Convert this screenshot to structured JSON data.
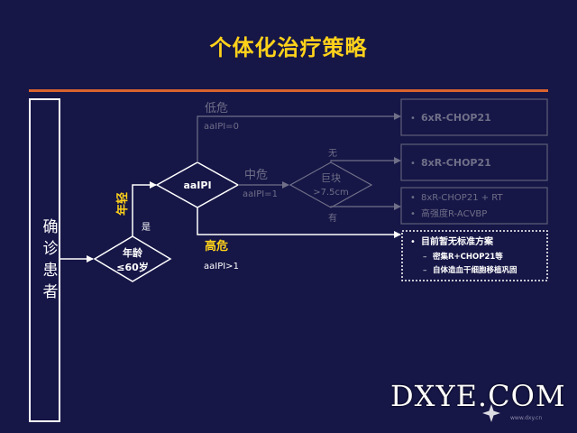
{
  "title": "个体化治疗策略",
  "patient_box": [
    "确",
    "诊",
    "患",
    "者"
  ],
  "age_decision": {
    "line1": "年龄",
    "line2": "≤60岁"
  },
  "age_yes_label": "是",
  "young_label": "年轻",
  "aaipi_decision": "aaIPI",
  "low_risk": {
    "label": "低危",
    "criterion": "aaIPI=0"
  },
  "mid_risk": {
    "label": "中危",
    "criterion": "aaIPI=1"
  },
  "high_risk": {
    "label": "高危",
    "criterion": "aaIPI>1"
  },
  "bulk_decision": {
    "line1": "巨块",
    "line2": ">7.5cm"
  },
  "bulk_no_label": "无",
  "bulk_yes_label": "有",
  "outcomes": {
    "low": "6xR-CHOP21",
    "mid_no_bulk": "8xR-CHOP21",
    "mid_bulk": [
      "8xR-CHOP21 + RT",
      "高强度R-ACVBP"
    ],
    "high": {
      "head": "目前暂无标准方案",
      "sub": [
        "密集R+CHOP21等",
        "自体造血干细胞移植巩固"
      ]
    }
  },
  "watermark": {
    "main": "DXYE.COM",
    "sub": "www.dxy.cn"
  },
  "colors": {
    "background": "#161647",
    "title": "#ffd21a",
    "rule": "#d9632e",
    "active": "#ffffff",
    "dim": "#6f6f88"
  }
}
